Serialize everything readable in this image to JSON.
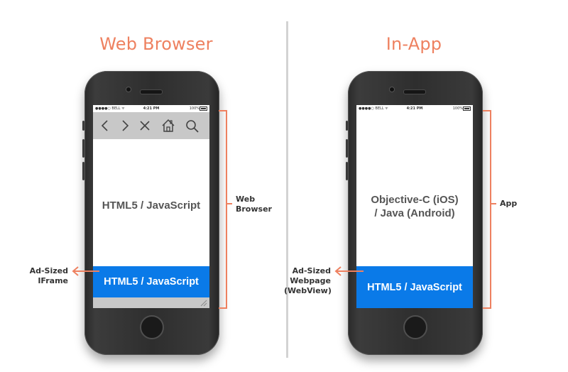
{
  "headings": {
    "left": "Web Browser",
    "right": "In-App"
  },
  "status_bar": {
    "carrier": "●●●●○ BELL ᯤ",
    "time": "4:21 PM",
    "battery": "100%"
  },
  "left_phone": {
    "toolbar_icons": [
      "back-icon",
      "forward-icon",
      "close-icon",
      "home-icon",
      "search-icon"
    ],
    "main_text": "HTML5 / JavaScript",
    "ad_text": "HTML5 / JavaScript",
    "bracket_label_line1": "Web",
    "bracket_label_line2": "Browser",
    "arrow_label_line1": "Ad-Sized",
    "arrow_label_line2": "IFrame"
  },
  "right_phone": {
    "main_text_line1": "Objective-C (iOS)",
    "main_text_line2": "/ Java (Android)",
    "ad_text": "HTML5 / JavaScript",
    "bracket_label": "App",
    "arrow_label_line1": "Ad-Sized",
    "arrow_label_line2": "Webpage",
    "arrow_label_line3": "(WebView)"
  },
  "colors": {
    "accent": "#ee8160",
    "ad_blue": "#0a7ae8",
    "toolbar_gray": "#c8c8c8",
    "divider": "#d3d3d3"
  }
}
